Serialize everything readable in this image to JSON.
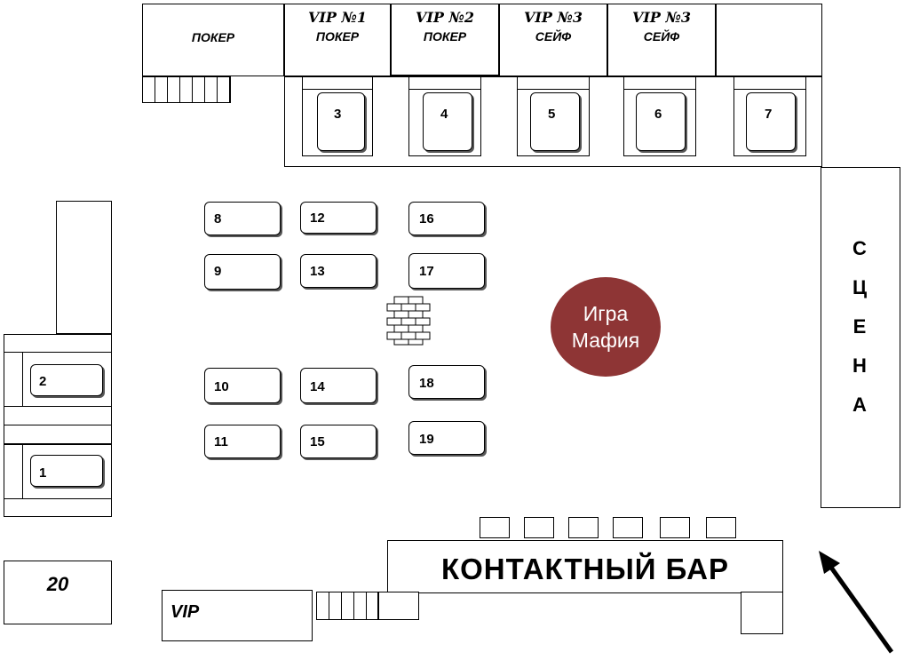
{
  "top_rooms": {
    "poker": "ПОКЕР",
    "vip1": {
      "title": "VIP №1",
      "sub": "ПОКЕР"
    },
    "vip2": {
      "title": "VIP №2",
      "sub": "ПОКЕР"
    },
    "vip3a": {
      "title": "VIP №3",
      "sub": "СЕЙФ"
    },
    "vip3b": {
      "title": "VIP №3",
      "sub": "СЕЙФ"
    }
  },
  "tables": {
    "t1": "1",
    "t2": "2",
    "t3": "3",
    "t4": "4",
    "t5": "5",
    "t6": "6",
    "t7": "7",
    "t8": "8",
    "t9": "9",
    "t10": "10",
    "t11": "11",
    "t12": "12",
    "t13": "13",
    "t14": "14",
    "t15": "15",
    "t16": "16",
    "t17": "17",
    "t18": "18",
    "t19": "19",
    "t20": "20"
  },
  "stage": {
    "letters": [
      "С",
      "Ц",
      "Е",
      "Н",
      "А"
    ]
  },
  "mafia": {
    "line1": "Игра",
    "line2": "Мафия"
  },
  "bar": {
    "label": "КОНТАКТНЫЙ  БАР"
  },
  "vip_bottom": "VIP",
  "colors": {
    "mafia_circle": "#8e3535"
  },
  "icons": {
    "entrance": "arrow-icon",
    "column": "brick-wall-icon"
  }
}
